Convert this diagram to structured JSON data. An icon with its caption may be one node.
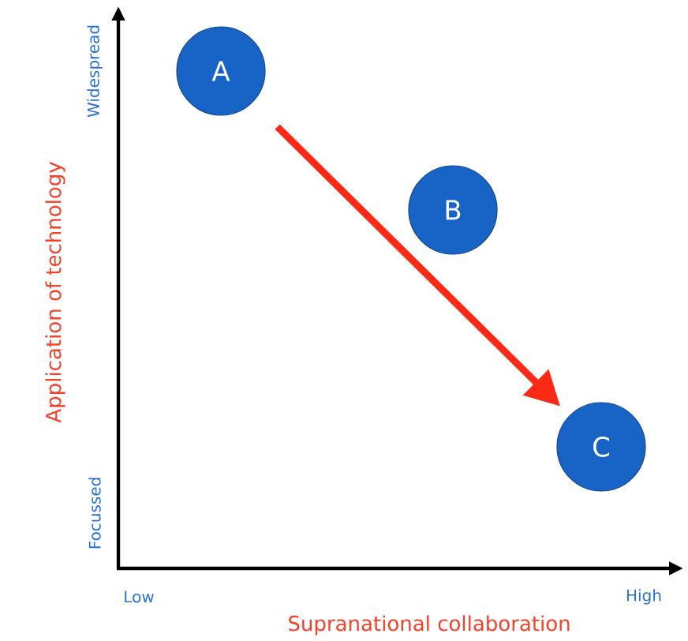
{
  "diagram": {
    "nodes": [
      {
        "text": [
          "A"
        ]
      },
      {
        "text": [
          "B"
        ]
      },
      {
        "text": [
          "C"
        ]
      }
    ],
    "edges": [
      {
        "from": 0,
        "to": 2,
        "arrow": "to",
        "color": "#fa2a16"
      }
    ],
    "labels": [
      "Widespread",
      "Application of technology",
      "Focussed",
      "Low",
      "Supranational collaboration",
      "High"
    ]
  }
}
